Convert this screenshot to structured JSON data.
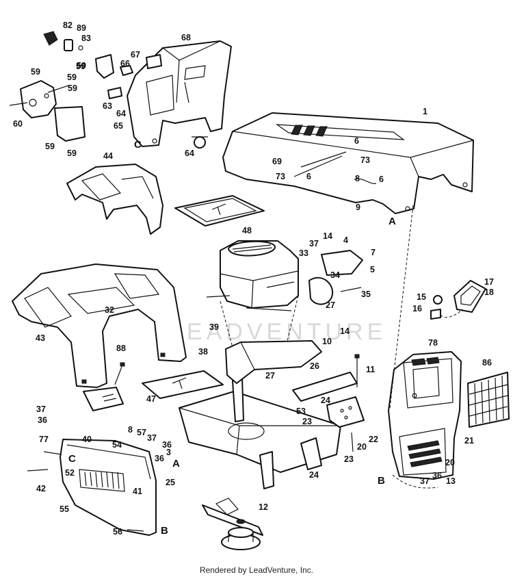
{
  "footer": {
    "credit": "Rendered by LeadVenture, Inc."
  },
  "watermark": "LEADVENTURE",
  "callouts": [
    "82",
    "89",
    "83",
    "68",
    "67",
    "66",
    "59",
    "59",
    "59",
    "59",
    "59",
    "60",
    "59",
    "59",
    "63",
    "64",
    "65",
    "64",
    "1",
    "6",
    "69",
    "73",
    "73",
    "6",
    "8",
    "6",
    "9",
    "44",
    "48",
    "14",
    "37",
    "4",
    "7",
    "33",
    "34",
    "5",
    "35",
    "15",
    "17",
    "18",
    "16",
    "27",
    "14",
    "32",
    "43",
    "39",
    "38",
    "10",
    "27",
    "26",
    "88",
    "11",
    "78",
    "86",
    "53",
    "24",
    "23",
    "22",
    "20",
    "47",
    "37",
    "36",
    "77",
    "40",
    "8",
    "57",
    "37",
    "36",
    "36",
    "3",
    "54",
    "52",
    "25",
    "42",
    "41",
    "55",
    "12",
    "56",
    "21",
    "20",
    "13",
    "37",
    "36",
    "23",
    "24"
  ],
  "letters": [
    "C",
    "A",
    "A",
    "C",
    "A",
    "B",
    "B"
  ]
}
